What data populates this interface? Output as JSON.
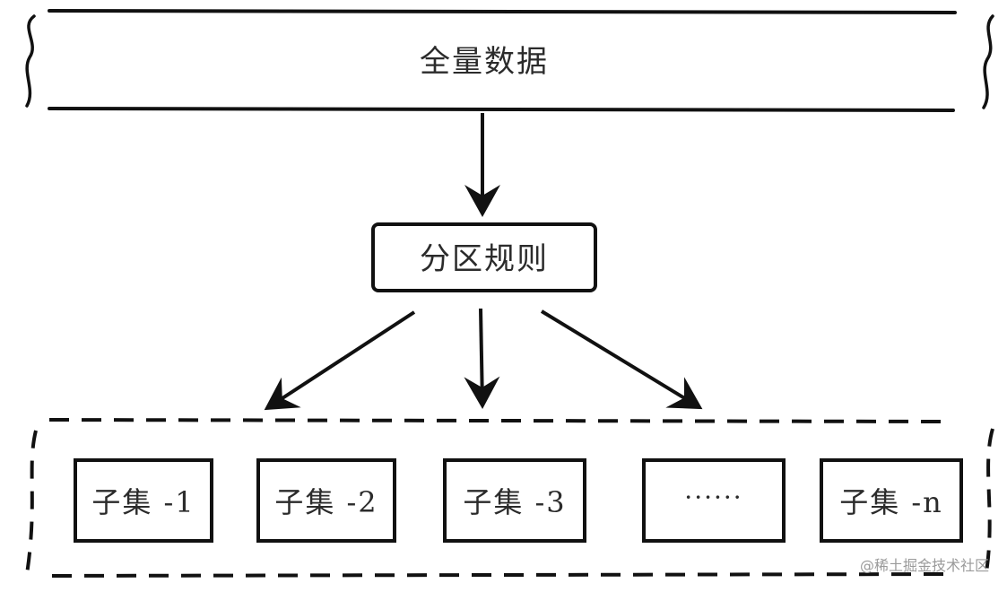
{
  "full_data": {
    "label": "全量数据"
  },
  "rule": {
    "label": "分区规则"
  },
  "subsets": [
    {
      "label": "子集 -1"
    },
    {
      "label": "子集 -2"
    },
    {
      "label": "子集 -3"
    },
    {
      "label": "······"
    },
    {
      "label": "子集 -n"
    }
  ],
  "watermark": {
    "text": "@稀土掘金技术社区"
  }
}
